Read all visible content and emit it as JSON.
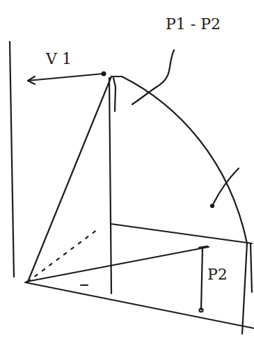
{
  "diagram": {
    "labels": [
      "V 1",
      "P1 - P2",
      "P2"
    ]
  }
}
